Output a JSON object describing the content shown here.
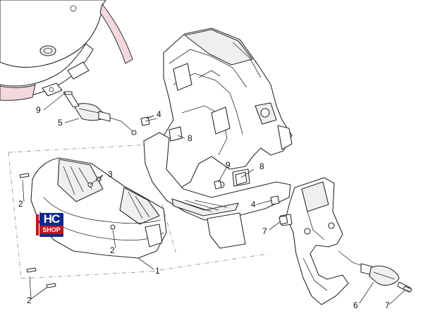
{
  "diagram": {
    "callouts": [
      {
        "id": "c1",
        "text": "1"
      },
      {
        "id": "c2a",
        "text": "2"
      },
      {
        "id": "c2b",
        "text": "2"
      },
      {
        "id": "c2c",
        "text": "2"
      },
      {
        "id": "c3",
        "text": "3"
      },
      {
        "id": "c4a",
        "text": "4"
      },
      {
        "id": "c4b",
        "text": "4"
      },
      {
        "id": "c5",
        "text": "5"
      },
      {
        "id": "c6",
        "text": "6"
      },
      {
        "id": "c7a",
        "text": "7"
      },
      {
        "id": "c7b",
        "text": "7"
      },
      {
        "id": "c8a",
        "text": "8"
      },
      {
        "id": "c8b",
        "text": "8"
      },
      {
        "id": "c9a",
        "text": "9"
      },
      {
        "id": "c9b",
        "text": "9"
      }
    ]
  },
  "watermark": {
    "logo_text_top": "HC",
    "logo_text_bottom": "SHOP",
    "brand_blue": "#0b2a8a",
    "brand_red": "#c0141c"
  }
}
